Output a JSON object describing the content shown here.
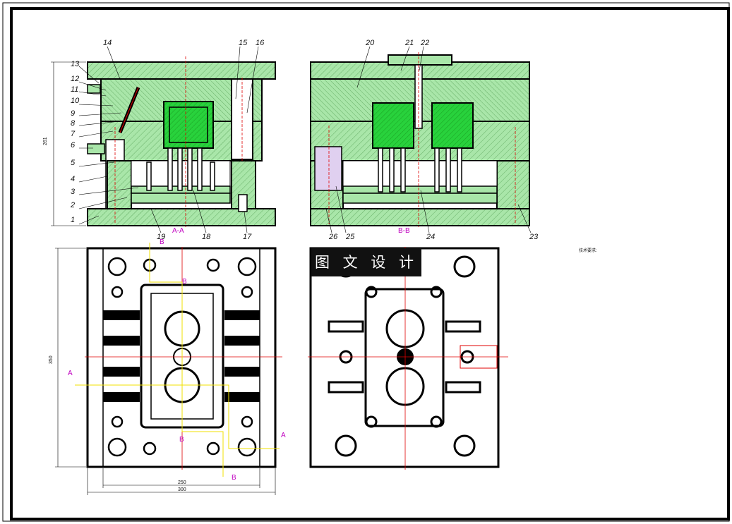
{
  "drawing": {
    "callouts_left": [
      "1",
      "2",
      "3",
      "4",
      "5",
      "6",
      "7",
      "8",
      "9",
      "10",
      "11",
      "12",
      "13",
      "14",
      "15",
      "16",
      "17",
      "18",
      "19"
    ],
    "callouts_right": [
      "20",
      "21",
      "22",
      "23",
      "24",
      "25",
      "26"
    ],
    "section_aa": "A-A",
    "section_bb": "B-B",
    "section_marks": {
      "a": "A",
      "b": "B"
    },
    "dims": {
      "height_left": "261",
      "height_bottom": "350",
      "width_inner": "250",
      "width_outer": "300"
    },
    "watermark": "图 文 设 计",
    "tech_req_title": "技术要求:"
  },
  "colors": {
    "mold_fill": "#a9e6a9",
    "cavity_fill": "#28d23c",
    "outline": "#000000",
    "hidden_line": "#e00000",
    "section_text": "#c000c0",
    "leader_yellow": "#f0e000"
  }
}
